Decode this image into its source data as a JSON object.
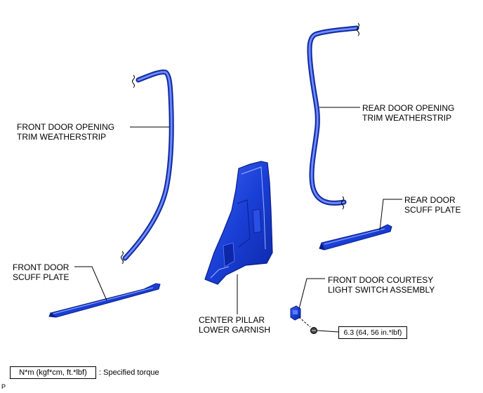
{
  "labels": {
    "front_weatherstrip": [
      "FRONT DOOR OPENING",
      "TRIM WEATHERSTRIP"
    ],
    "rear_weatherstrip": [
      "REAR DOOR OPENING",
      "TRIM WEATHERSTRIP"
    ],
    "rear_scuff": [
      "REAR DOOR",
      "SCUFF PLATE"
    ],
    "front_scuff": [
      "FRONT DOOR",
      "SCUFF PLATE"
    ],
    "center_pillar": [
      "CENTER PILLAR",
      "LOWER GARNISH"
    ],
    "courtesy_switch": [
      "FRONT DOOR COURTESY",
      "LIGHT SWITCH ASSEMBLY"
    ]
  },
  "torque_value": "6.3 (64, 56 in.*lbf)",
  "legend": {
    "unit_box": "N*m (kgf*cm, ft.*lbf)",
    "description": ": Specified torque"
  },
  "corner_mark": "P",
  "colors": {
    "part_fill": "#1a3fd6",
    "part_dark": "#0a1f8a",
    "part_light": "#5c7cff",
    "line": "#000000"
  }
}
